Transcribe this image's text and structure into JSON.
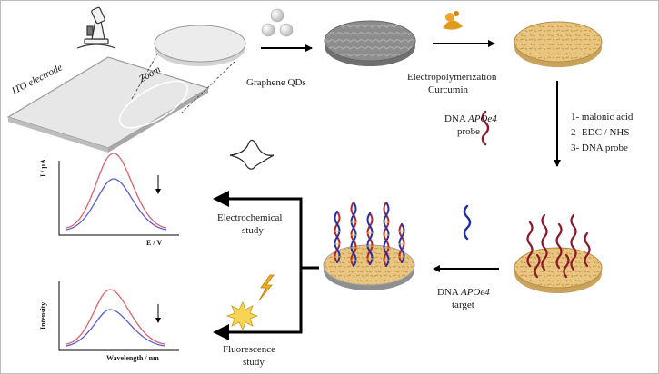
{
  "colors": {
    "arrow": "#000000",
    "probe_strand": "#8b1a2b",
    "target_strand": "#1a2fa0",
    "curcumin": "#e3c27a",
    "graphene": "#9a9a9a",
    "curve_before": "#e0606a",
    "curve_after": "#5b5bd6",
    "flash": "#f2c230"
  },
  "labels": {
    "ito_electrode": "ITO electrode",
    "zoom": "Zoom",
    "graphene_qds": "Graphene QDs",
    "electropolymerization": "Electropolymerization",
    "curcumin": "Curcumin",
    "probe_dna": "DNA",
    "probe_gene": "APOe4",
    "probe_word": "probe",
    "step_1": "1- malonic acid",
    "step_2": "2- EDC / NHS",
    "step_3": "3- DNA probe",
    "target_dna": "DNA",
    "target_gene": "APOe4",
    "target_word": "target",
    "electrochemical": "Electrochemical",
    "electrochemical_study": "study",
    "fluorescence": "Fluorescence",
    "fluorescence_study": "study"
  },
  "plots": {
    "voltammetry": {
      "ylabel": "I / µA",
      "xlabel": "E / V"
    },
    "fluorescence": {
      "ylabel": "Intensity",
      "xlabel": "Wavelength / nm"
    }
  },
  "icons": [
    "microscope-icon",
    "graphene-qd-spheres-icon",
    "curcumin-powder-icon",
    "probe-strand-icon",
    "target-strand-icon",
    "cyclic-voltammogram-icon",
    "light-flash-icon",
    "down-arrow-icon"
  ]
}
